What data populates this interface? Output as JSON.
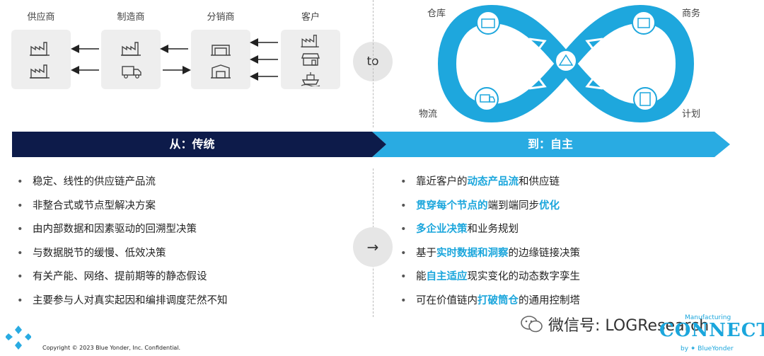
{
  "supply_chain": {
    "supplier": "供应商",
    "manufacturer": "制造商",
    "distributor": "分销商",
    "customer": "客户"
  },
  "to_label": "to",
  "infinity_loop": {
    "warehouse": "仓库",
    "commerce": "商务",
    "logistics": "物流",
    "planning": "计划"
  },
  "banners": {
    "from": "从：传统",
    "to": "到：自主",
    "from_color": "#0d1b4a",
    "to_color": "#29abe2"
  },
  "left_list": [
    "稳定、线性的供应链产品流",
    "非整合式或节点型解决方案",
    "由内部数据和因素驱动的回溯型决策",
    "与数据脱节的缓慢、低效决策",
    "有关产能、网络、提前期等的静态假设",
    "主要参与人对真实起因和编排调度茫然不知"
  ],
  "right_list": [
    {
      "pre": "靠近客户的",
      "hl": "动态产品流",
      "post": "和供应链"
    },
    {
      "pre": "",
      "hl": "贯穿每个节点的",
      "post": "端到端同步",
      "hl2": "优化"
    },
    {
      "pre": "",
      "hl": "多企业决策",
      "post": "和业务规划"
    },
    {
      "pre": "基于",
      "hl": "实时数据和洞察",
      "post": "的边缘链接决策"
    },
    {
      "pre": "能",
      "hl": "自主适应",
      "post": "现实变化的动态数字孪生"
    },
    {
      "pre": "可在价值链内",
      "hl": "打破筒仓",
      "post": "的通用控制塔"
    }
  ],
  "bullet": "•",
  "arrow_symbol": "→",
  "footer": {
    "copyright": "Copyright © 2023 Blue Yonder, Inc. Confidential.",
    "wechat": "微信号: LOGResearch",
    "manufacturing": "Manufacturing",
    "connect": "CONNECT",
    "by": "by ✦ BlueYonder"
  }
}
